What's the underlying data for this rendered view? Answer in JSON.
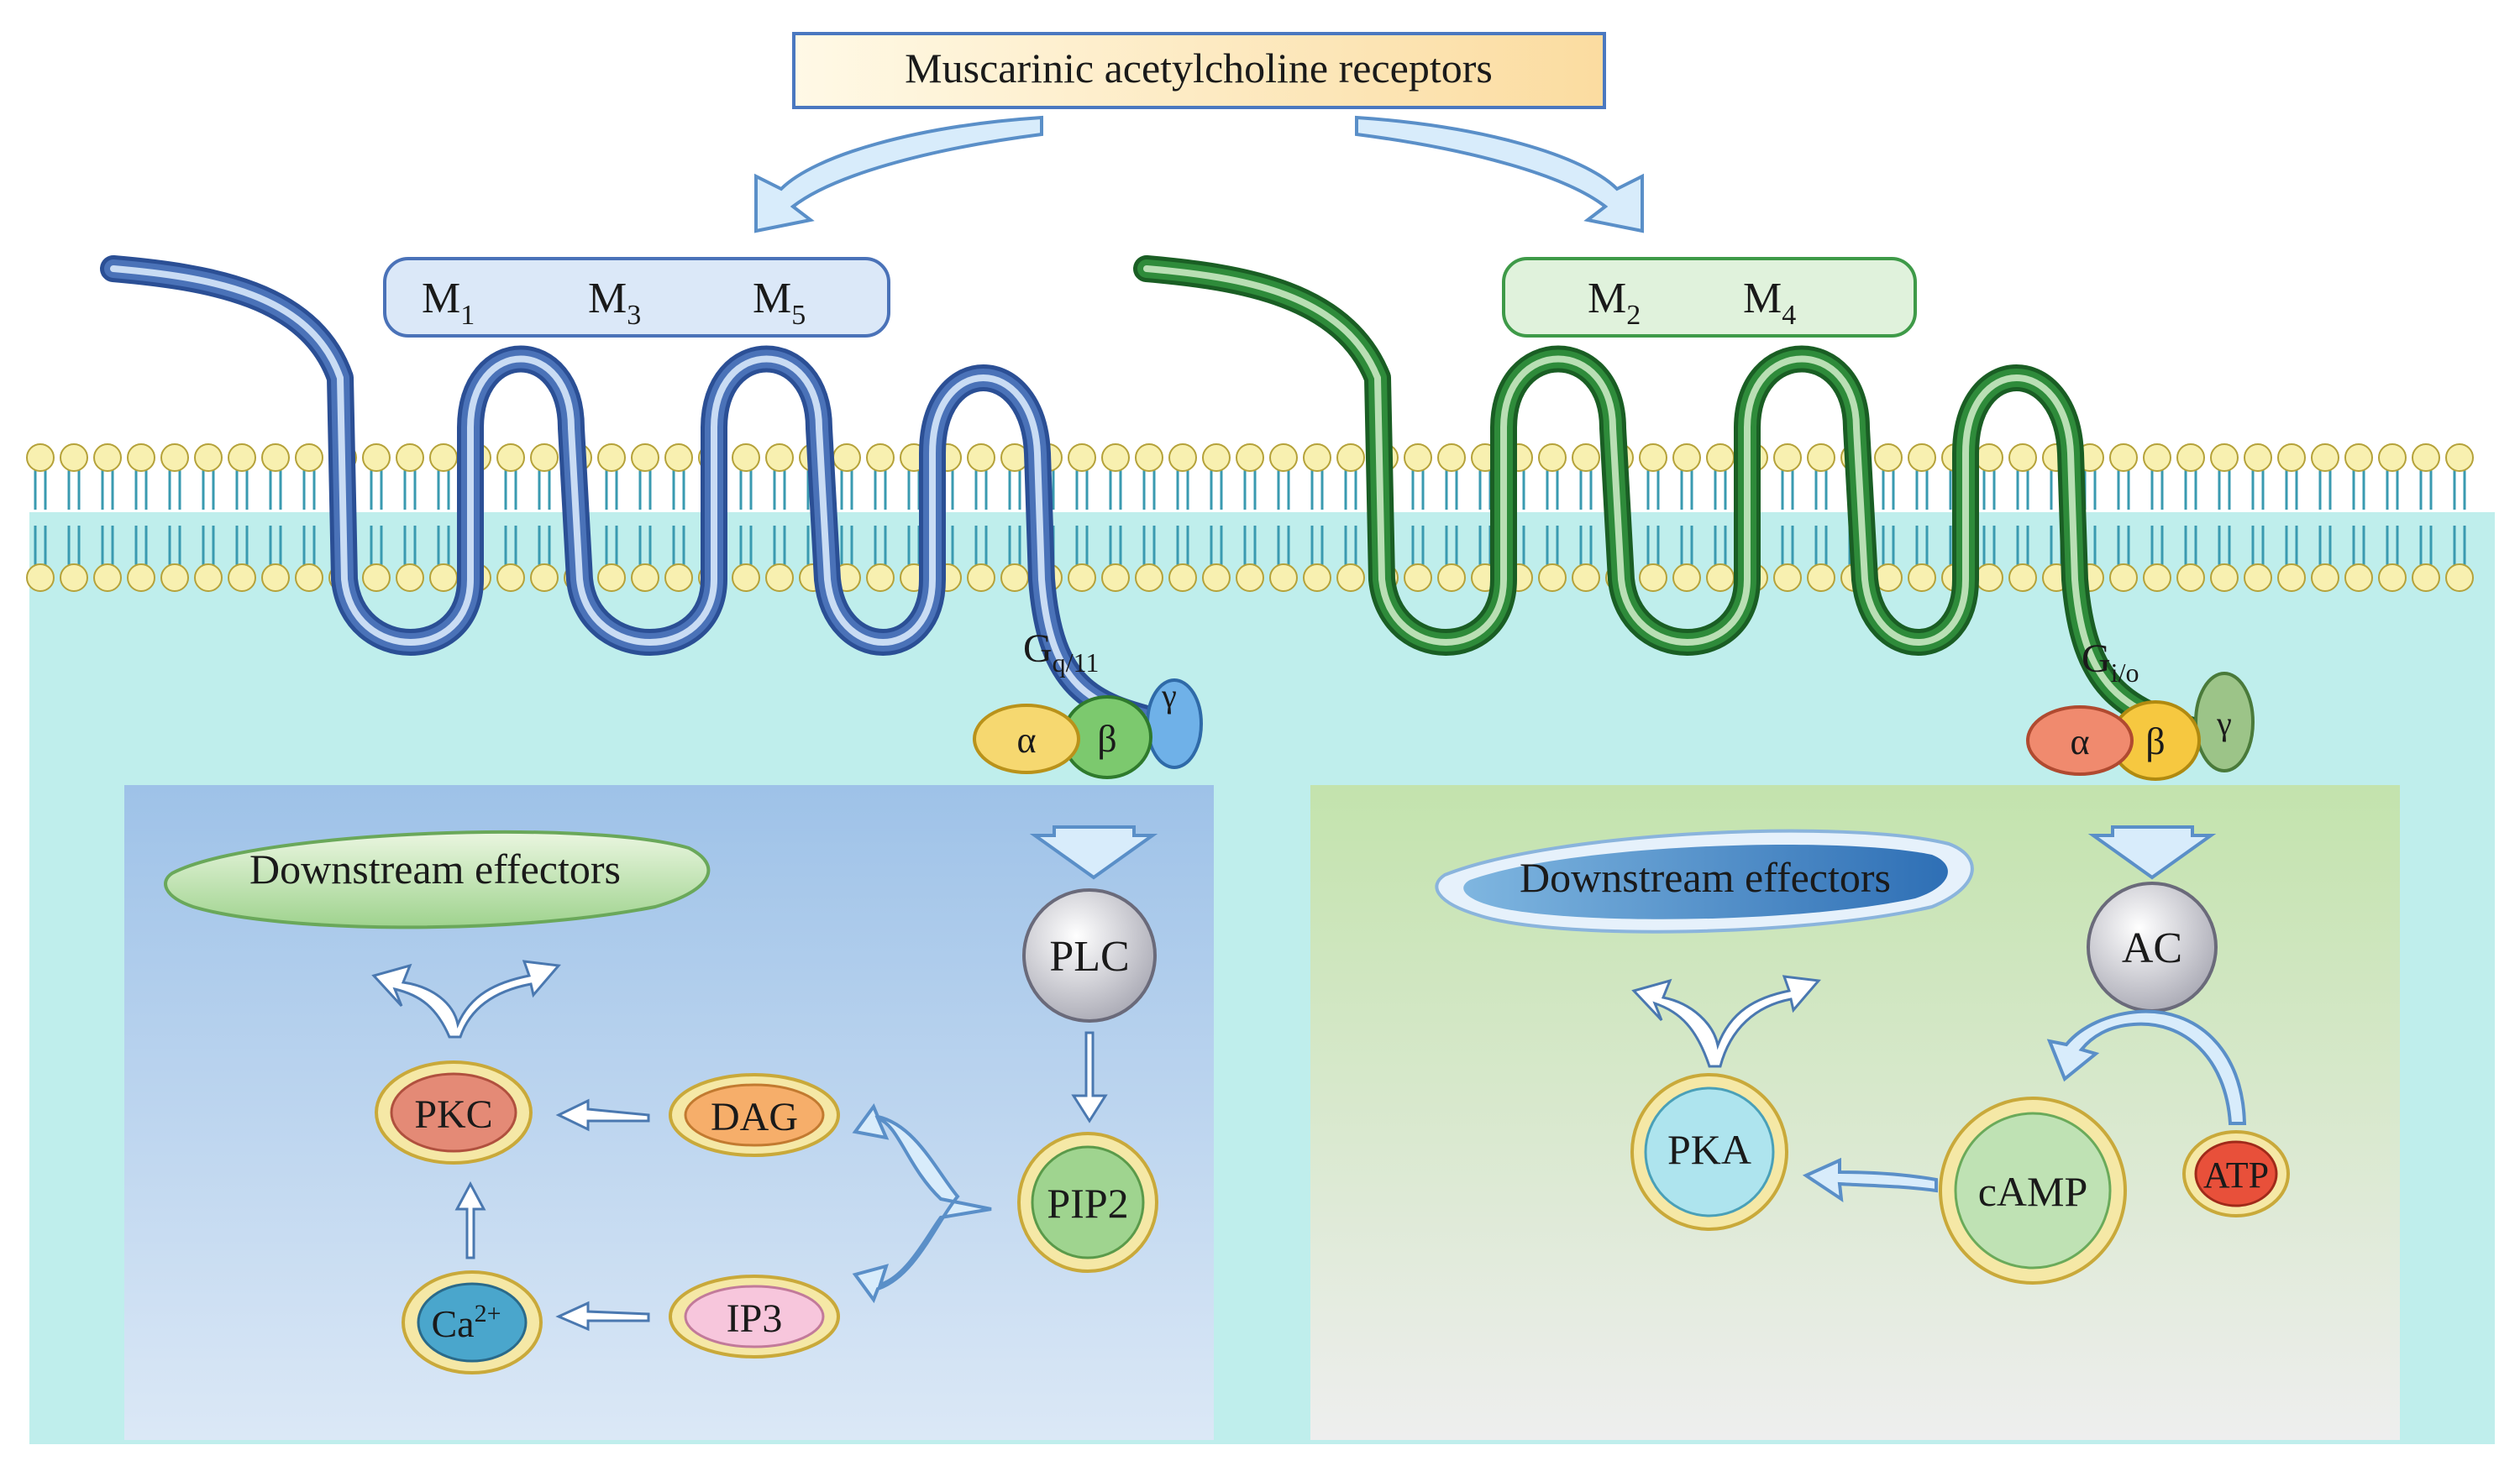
{
  "title": "Muscarinic acetylcholine receptors",
  "left": {
    "receptors": [
      {
        "base": "M",
        "sub": "1"
      },
      {
        "base": "M",
        "sub": "3"
      },
      {
        "base": "M",
        "sub": "5"
      }
    ],
    "gprotein": {
      "base": "G",
      "sub": "q/11",
      "alpha": "α",
      "beta": "β",
      "gamma": "γ"
    },
    "effectors": "Downstream effectors",
    "nodes": {
      "plc": "PLC",
      "pip2": "PIP2",
      "dag": "DAG",
      "ip3": "IP3",
      "pkc": "PKC",
      "ca": {
        "base": "Ca",
        "sup": "2+"
      }
    }
  },
  "right": {
    "receptors": [
      {
        "base": "M",
        "sub": "2"
      },
      {
        "base": "M",
        "sub": "4"
      }
    ],
    "gprotein": {
      "base": "G",
      "sub": "i/o",
      "alpha": "α",
      "beta": "β",
      "gamma": "γ"
    },
    "effectors": "Downstream effectors",
    "nodes": {
      "ac": "AC",
      "camp": "cAMP",
      "atp": "ATP",
      "pka": "PKA"
    }
  },
  "colors": {
    "cytoplasm": "#bfeeec",
    "left_panel": "#a6c9ea",
    "right_panel": "#c8e6b4",
    "left_receptor": "#4a72b8",
    "right_receptor": "#2e8b3a",
    "lipid_head": "#f8f0b0",
    "arrow_fill": "#d8ecfb",
    "arrow_stroke": "#5a8fc8"
  }
}
